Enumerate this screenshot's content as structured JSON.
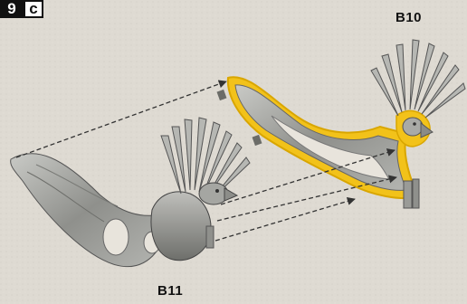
{
  "step": {
    "number": "9",
    "letter": "c"
  },
  "parts": {
    "target_label": "B10",
    "source_label": "B11"
  },
  "colors": {
    "background": "#dedad2",
    "part_silver": "#a9aaa6",
    "highlight_yellow": "#f2c21a",
    "arrow": "#333333"
  }
}
